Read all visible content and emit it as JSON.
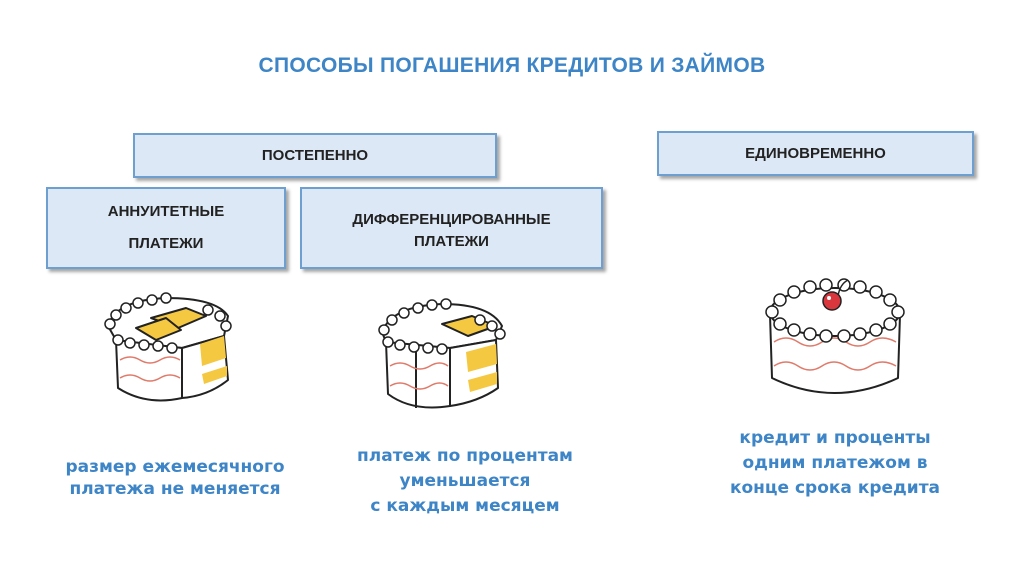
{
  "title": "СПОСОБЫ ПОГАШЕНИЯ КРЕДИТОВ И ЗАЙМОВ",
  "boxes": {
    "gradual": "ПОСТЕПЕННО",
    "lump_sum": "ЕДИНОВРЕМЕННО",
    "annuity_line1": "АННУИТЕТНЫЕ",
    "annuity_line2": "ПЛАТЕЖИ",
    "diff_line1": "ДИФФЕРЕНЦИРОВАННЫЕ",
    "diff_line2": "ПЛАТЕЖИ"
  },
  "captions": {
    "annuity": [
      "размер ежемесячного",
      "платежа не меняется"
    ],
    "diff": [
      "платеж по процентам",
      "уменьшается",
      "с каждым месяцем"
    ],
    "lump": [
      "кредит и проценты",
      "одним платежом в",
      "конце срока кредита"
    ]
  },
  "colors": {
    "title": "#3d85c6",
    "box_fill": "#dce8f5",
    "box_border": "#6d9fd0",
    "cream_stripe": "#f5c842",
    "wave": "#e07a6a",
    "cherry": "#d9363e"
  },
  "icons": [
    "sliced-cake-icon",
    "sliced-cake-icon",
    "whole-cake-with-cherry-icon"
  ]
}
